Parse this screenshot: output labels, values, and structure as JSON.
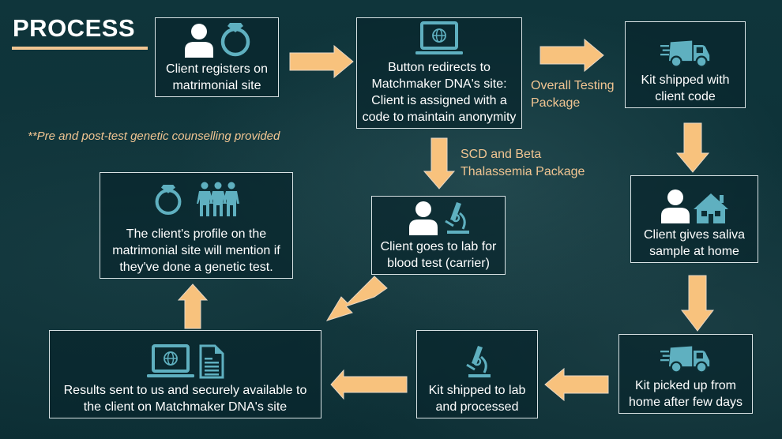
{
  "title": "PROCESS",
  "note": "**Pre and post-test genetic counselling provided",
  "colors": {
    "accent": "#f1c592",
    "icon_teal": "#5fb0c0",
    "icon_white": "#ffffff",
    "box_border": "#d8e2e4",
    "background": "#0e3238"
  },
  "steps": [
    {
      "id": "register",
      "label": "Client registers on\nmatrimonial site",
      "icons": [
        "person-icon",
        "ring-icon"
      ]
    },
    {
      "id": "redirect",
      "label": "Button redirects to\nMatchmaker DNA's site:\nClient is assigned with a\ncode to maintain anonymity",
      "icons": [
        "laptop-globe-icon"
      ]
    },
    {
      "id": "kit-shipped",
      "label": "Kit shipped with\nclient code",
      "icons": [
        "delivery-truck-icon"
      ]
    },
    {
      "id": "saliva",
      "label": "Client gives saliva\nsample at home",
      "icons": [
        "person-icon",
        "house-icon"
      ]
    },
    {
      "id": "pickup",
      "label": "Kit picked up from\nhome after few days",
      "icons": [
        "delivery-truck-icon"
      ]
    },
    {
      "id": "lab",
      "label": "Kit shipped to lab\nand processed",
      "icons": [
        "microscope-icon"
      ]
    },
    {
      "id": "results",
      "label": "Results sent to us and securely available to\nthe client on Matchmaker DNA's site",
      "icons": [
        "laptop-globe-icon",
        "document-icon"
      ]
    },
    {
      "id": "profile",
      "label": "The client's profile on the\nmatrimonial site will mention if\nthey've done a genetic test.",
      "icons": [
        "ring-icon",
        "people-group-icon"
      ]
    },
    {
      "id": "blood-test",
      "label": "Client goes to lab for\nblood test (carrier)",
      "icons": [
        "person-icon",
        "microscope-icon"
      ]
    }
  ],
  "branch_labels": {
    "overall": "Overall Testing\nPackage",
    "scd": "SCD and Beta\nThalassemia Package"
  },
  "connections": [
    {
      "from": "register",
      "to": "redirect",
      "direction": "right"
    },
    {
      "from": "redirect",
      "to": "kit-shipped",
      "direction": "right",
      "label": "Overall Testing Package"
    },
    {
      "from": "kit-shipped",
      "to": "saliva",
      "direction": "down"
    },
    {
      "from": "saliva",
      "to": "pickup",
      "direction": "down"
    },
    {
      "from": "pickup",
      "to": "lab",
      "direction": "left"
    },
    {
      "from": "lab",
      "to": "results",
      "direction": "left"
    },
    {
      "from": "results",
      "to": "profile",
      "direction": "up"
    },
    {
      "from": "redirect",
      "to": "blood-test",
      "direction": "down",
      "label": "SCD and Beta Thalassemia Package"
    },
    {
      "from": "blood-test",
      "to": "results",
      "direction": "down-left"
    }
  ]
}
